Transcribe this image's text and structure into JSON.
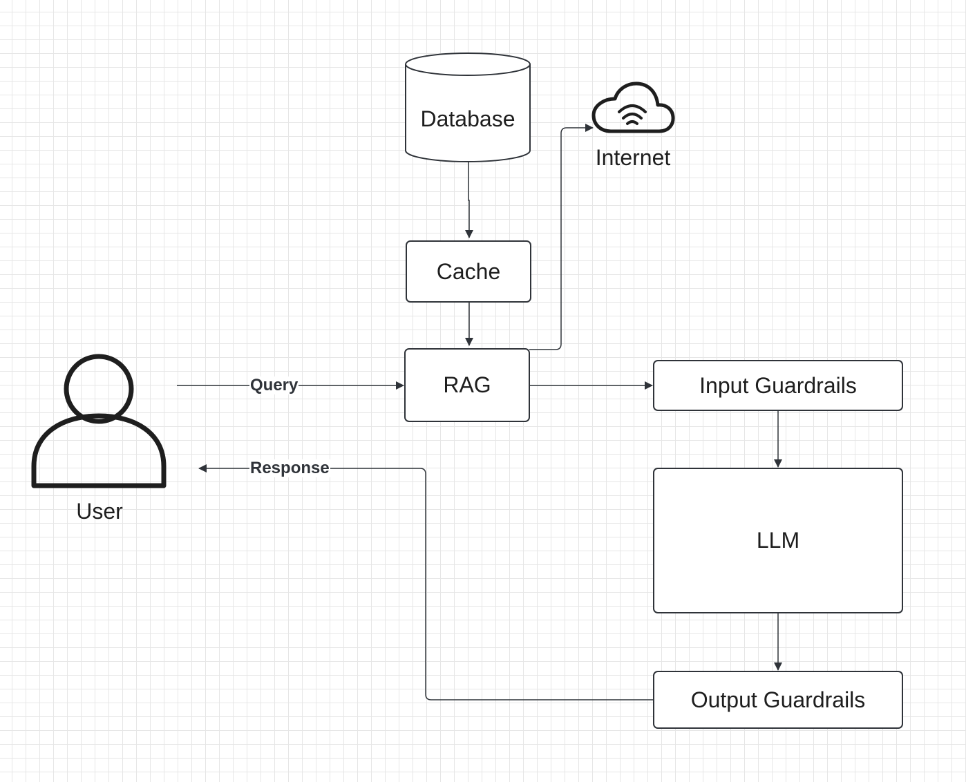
{
  "diagram": {
    "nodes": {
      "database": {
        "label": "Database"
      },
      "internet": {
        "label": "Internet"
      },
      "cache": {
        "label": "Cache"
      },
      "rag": {
        "label": "RAG"
      },
      "input_guardrails": {
        "label": "Input Guardrails"
      },
      "llm": {
        "label": "LLM"
      },
      "output_guardrails": {
        "label": "Output Guardrails"
      },
      "user": {
        "label": "User"
      }
    },
    "edges": {
      "query": {
        "label": "Query"
      },
      "response": {
        "label": "Response"
      }
    },
    "icons": {
      "user": "person-icon",
      "internet": "cloud-wifi-icon",
      "database": "database-cylinder-icon"
    },
    "colors": {
      "stroke": "#2f3339",
      "text": "#1e1e1e",
      "grid": "#e6e6e6",
      "background": "#ffffff"
    }
  }
}
